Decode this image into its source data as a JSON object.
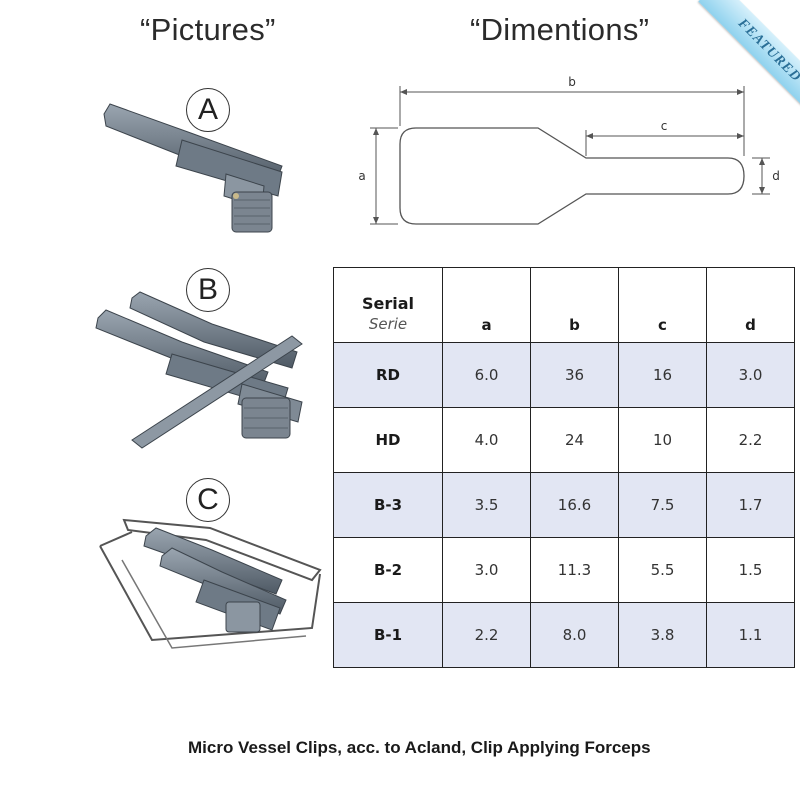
{
  "headings": {
    "pictures": "“Pictures”",
    "dimensions": "“Dimentions”"
  },
  "badge": "FEATURED",
  "picture_labels": [
    "A",
    "B",
    "C"
  ],
  "diagram_labels": {
    "a": "a",
    "b": "b",
    "c": "c",
    "d": "d"
  },
  "table": {
    "header": {
      "serial": "Serial",
      "serial_alt": "Serie",
      "cols": [
        "a",
        "b",
        "c",
        "d"
      ]
    },
    "rows": [
      {
        "serial": "RD",
        "values": [
          "6.0",
          "36",
          "16",
          "3.0"
        ]
      },
      {
        "serial": "HD",
        "values": [
          "4.0",
          "24",
          "10",
          "2.2"
        ]
      },
      {
        "serial": "B-3",
        "values": [
          "3.5",
          "16.6",
          "7.5",
          "1.7"
        ]
      },
      {
        "serial": "B-2",
        "values": [
          "3.0",
          "11.3",
          "5.5",
          "1.5"
        ]
      },
      {
        "serial": "B-1",
        "values": [
          "2.2",
          "8.0",
          "3.8",
          "1.1"
        ]
      }
    ]
  },
  "caption": "Micro Vessel Clips, acc. to Acland, Clip Applying Forceps",
  "colors": {
    "row_shade": "#e2e6f3",
    "metal": "#6e7a86",
    "badge": "#8fd2ee"
  }
}
